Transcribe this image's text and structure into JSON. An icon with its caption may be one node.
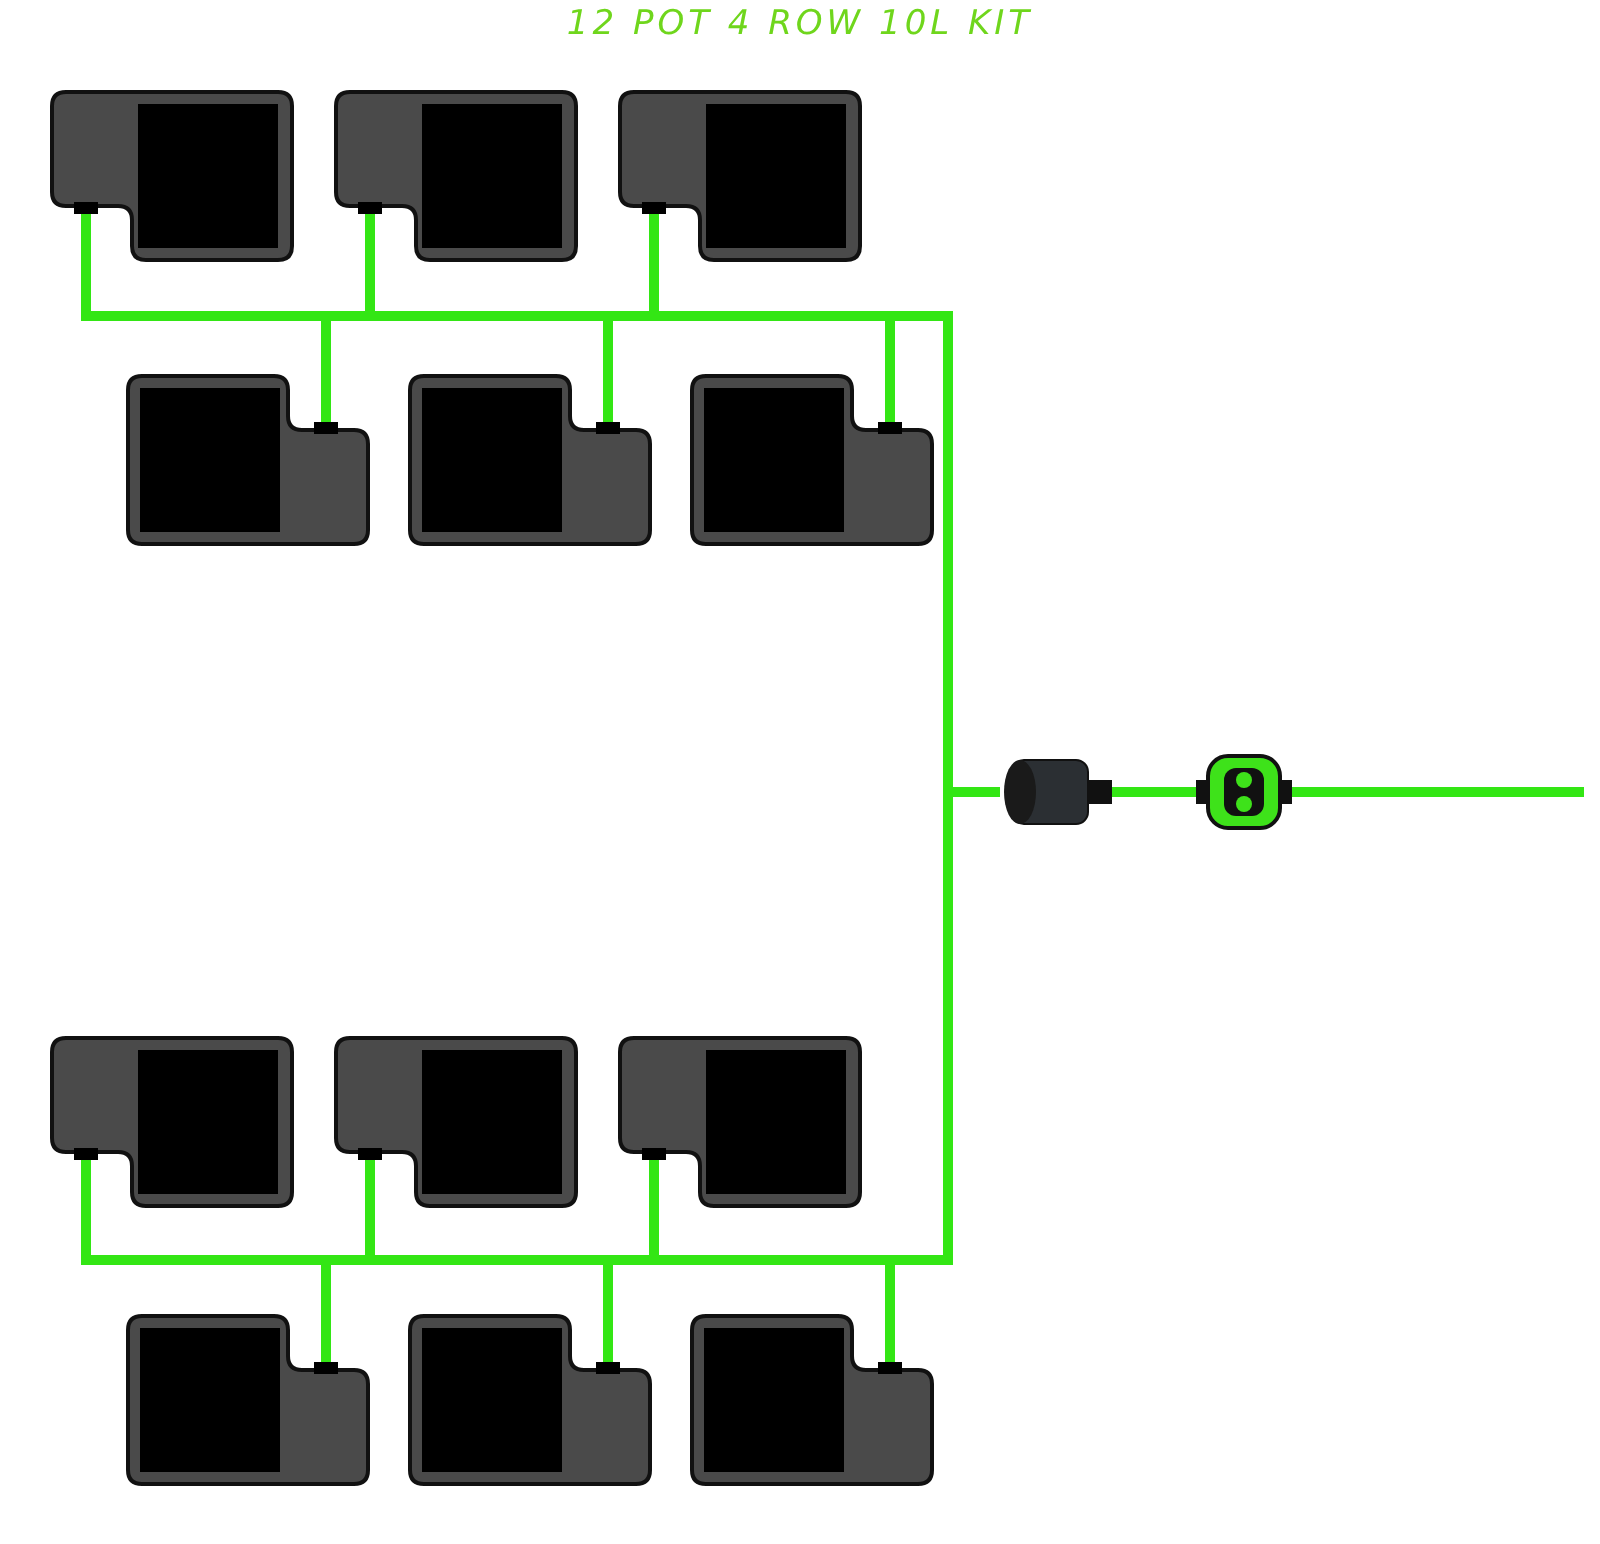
{
  "diagram": {
    "title": "12 POT 4 ROW 10L KIT",
    "nodes": [
      {
        "text": [],
        "shape": "box"
      },
      {
        "text": [],
        "shape": "box"
      },
      {
        "text": [],
        "shape": "box"
      },
      {
        "text": [],
        "shape": "box"
      },
      {
        "text": [],
        "shape": "box"
      },
      {
        "text": [],
        "shape": "box"
      },
      {
        "text": [],
        "shape": "box"
      },
      {
        "text": [],
        "shape": "box"
      },
      {
        "text": [],
        "shape": "box"
      },
      {
        "text": [],
        "shape": "box"
      },
      {
        "text": [],
        "shape": "box"
      },
      {
        "text": [],
        "shape": "box"
      },
      {
        "text": [],
        "shape": "cylinder"
      },
      {
        "text": [],
        "shape": "picture"
      }
    ],
    "edges": [
      {
        "from": null,
        "to": 13,
        "arrow": "none"
      },
      {
        "from": 13,
        "to": 12,
        "arrow": "none"
      },
      {
        "from": 12,
        "to": 0,
        "arrow": "none"
      },
      {
        "from": 12,
        "to": 1,
        "arrow": "none"
      },
      {
        "from": 12,
        "to": 2,
        "arrow": "none"
      },
      {
        "from": 12,
        "to": 3,
        "arrow": "none"
      },
      {
        "from": 12,
        "to": 4,
        "arrow": "none"
      },
      {
        "from": 12,
        "to": 5,
        "arrow": "none"
      },
      {
        "from": 12,
        "to": 6,
        "arrow": "none"
      },
      {
        "from": 12,
        "to": 7,
        "arrow": "none"
      },
      {
        "from": 12,
        "to": 8,
        "arrow": "none"
      },
      {
        "from": 12,
        "to": 9,
        "arrow": "none"
      },
      {
        "from": 12,
        "to": 10,
        "arrow": "none"
      },
      {
        "from": 12,
        "to": 11,
        "arrow": "none"
      }
    ]
  }
}
